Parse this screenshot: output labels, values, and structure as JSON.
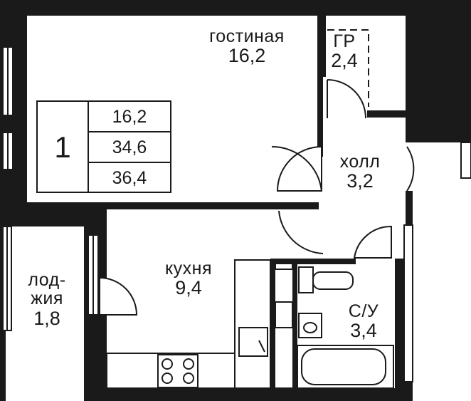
{
  "summary_table": {
    "rooms_count": "1",
    "living_area": "16,2",
    "total_area": "34,6",
    "total_area_with_loggia": "36,4"
  },
  "rooms": {
    "living_room": {
      "name": "гостиная",
      "area": "16,2"
    },
    "wardrobe": {
      "name": "ГР",
      "area": "2,4"
    },
    "hall": {
      "name": "холл",
      "area": "3,2"
    },
    "kitchen": {
      "name": "кухня",
      "area": "9,4"
    },
    "loggia": {
      "name_line1": "лод-",
      "name_line2": "жия",
      "area": "1,8"
    },
    "bathroom": {
      "name": "С/У",
      "area": "3,4"
    }
  },
  "colors": {
    "wall": "#1a1a1a",
    "background": "#ffffff"
  },
  "icons": [
    "door-swing-icon",
    "window-icon",
    "stove-icon",
    "sink-icon",
    "bathtub-icon",
    "toilet-icon"
  ]
}
